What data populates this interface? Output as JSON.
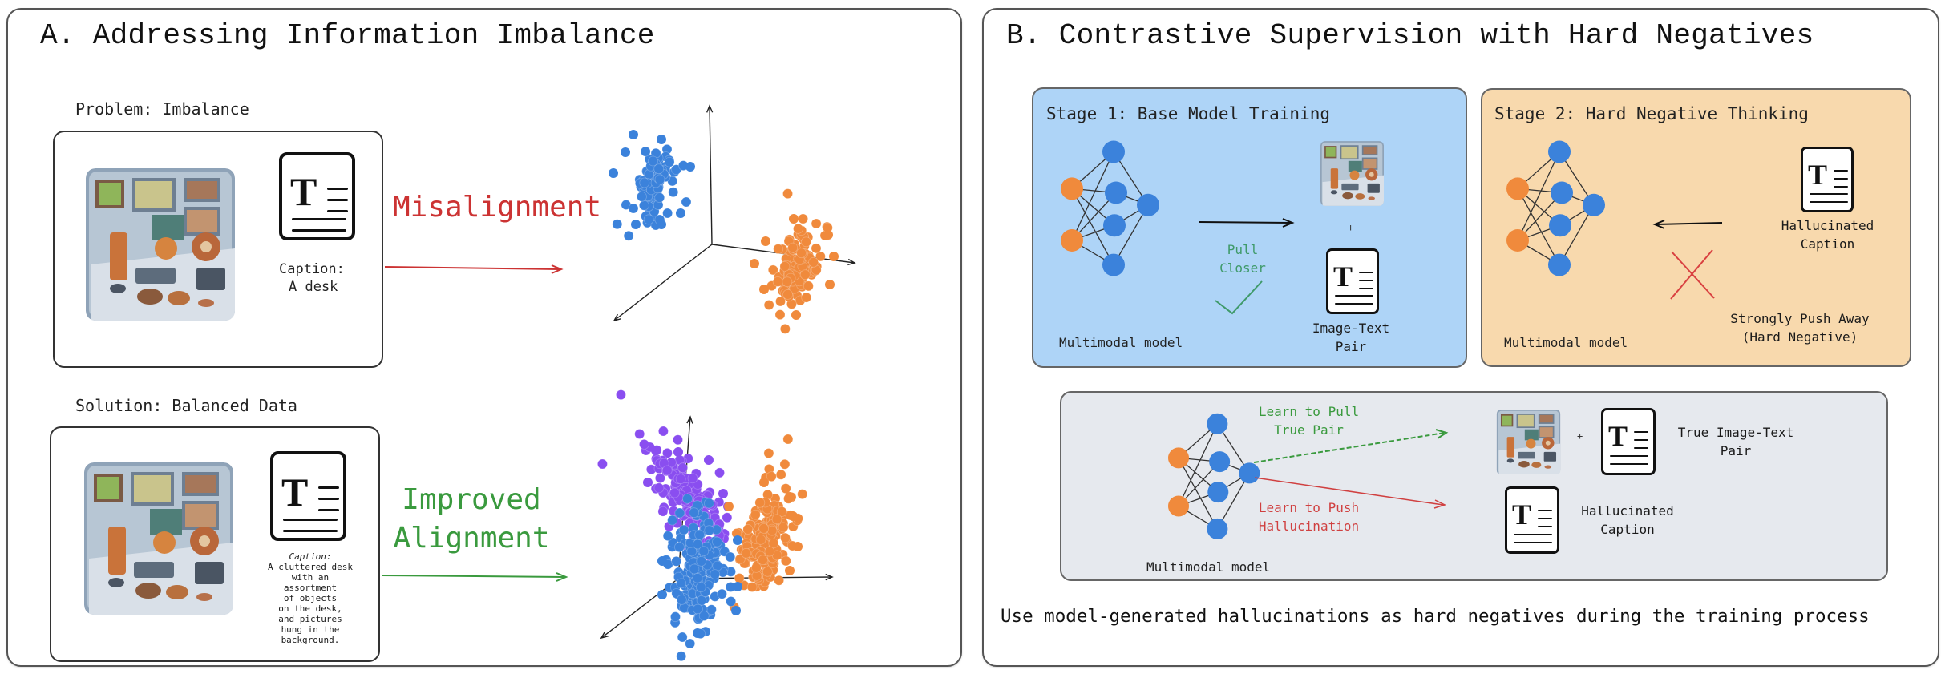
{
  "panel_a": {
    "title": "A. Addressing Information Imbalance",
    "problem": {
      "label": "Problem: Imbalance",
      "caption_heading": "Caption:",
      "caption_text": "A desk",
      "arrow_label": "Misalignment",
      "arrow_color": "#cc3333"
    },
    "solution": {
      "label": "Solution: Balanced Data",
      "caption_heading": "Caption:",
      "caption_text": "A cluttered desk\nwith an\nassortment\nof objects\non the desk,\nand pictures\nhung in the\nbackground.",
      "arrow_label": "Improved\nAlignment",
      "arrow_color": "#3a9a3e"
    },
    "embedding_colors": {
      "image": "#3b82db",
      "text": "#f08a3c",
      "aligned_text": "#8a4ef0"
    }
  },
  "panel_b": {
    "title": "B. Contrastive Supervision with Hard Negatives",
    "stage1": {
      "title": "Stage 1: Base Model Training",
      "model_label": "Multimodal model",
      "action_label": "Pull\nCloser",
      "plus": "+",
      "pair_label": "Image-Text\nPair",
      "bg_color": "#aed4f7",
      "action_color": "#3f9a6a"
    },
    "stage2": {
      "title": "Stage 2: Hard Negative Thinking",
      "model_label": "Multimodal model",
      "caption_label": "Hallucinated\nCaption",
      "action_label": "Strongly Push Away\n(Hard Negative)",
      "bg_color": "#f8d9ad",
      "cross_color": "#d94040"
    },
    "combined": {
      "model_label": "Multimodal model",
      "pull_label": "Learn to Pull\nTrue Pair",
      "push_label": "Learn to Push\nHallucination",
      "plus": "+",
      "true_pair_label": "True Image-Text\nPair",
      "hallucinated_label": "Hallucinated\nCaption",
      "bg_color": "#e6e9ee",
      "pull_color": "#3a9a3e",
      "push_color": "#d04040"
    },
    "footer": "Use model-generated hallucinations as hard negatives during the training process"
  },
  "network_colors": {
    "input_node": "#f08a3c",
    "hidden_node": "#3b82db"
  }
}
